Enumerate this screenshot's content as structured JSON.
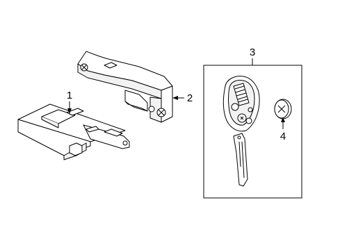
{
  "callouts": {
    "part_1": "1",
    "part_2": "2",
    "part_3": "3",
    "part_4": "4"
  },
  "colors": {
    "line": "#000000",
    "fill": "#ffffff",
    "shade": "#e6e6e6"
  }
}
